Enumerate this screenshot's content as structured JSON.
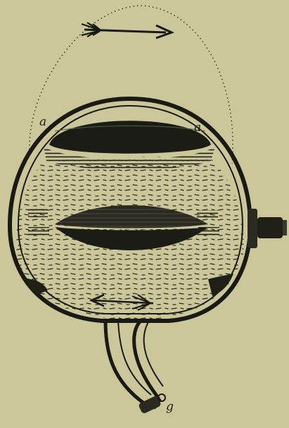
{
  "labels": {
    "top_left": "a",
    "top_right": "a",
    "bottom": "g"
  },
  "colors": {
    "paper": "#cbc79a",
    "ink": "#1a1a14"
  }
}
